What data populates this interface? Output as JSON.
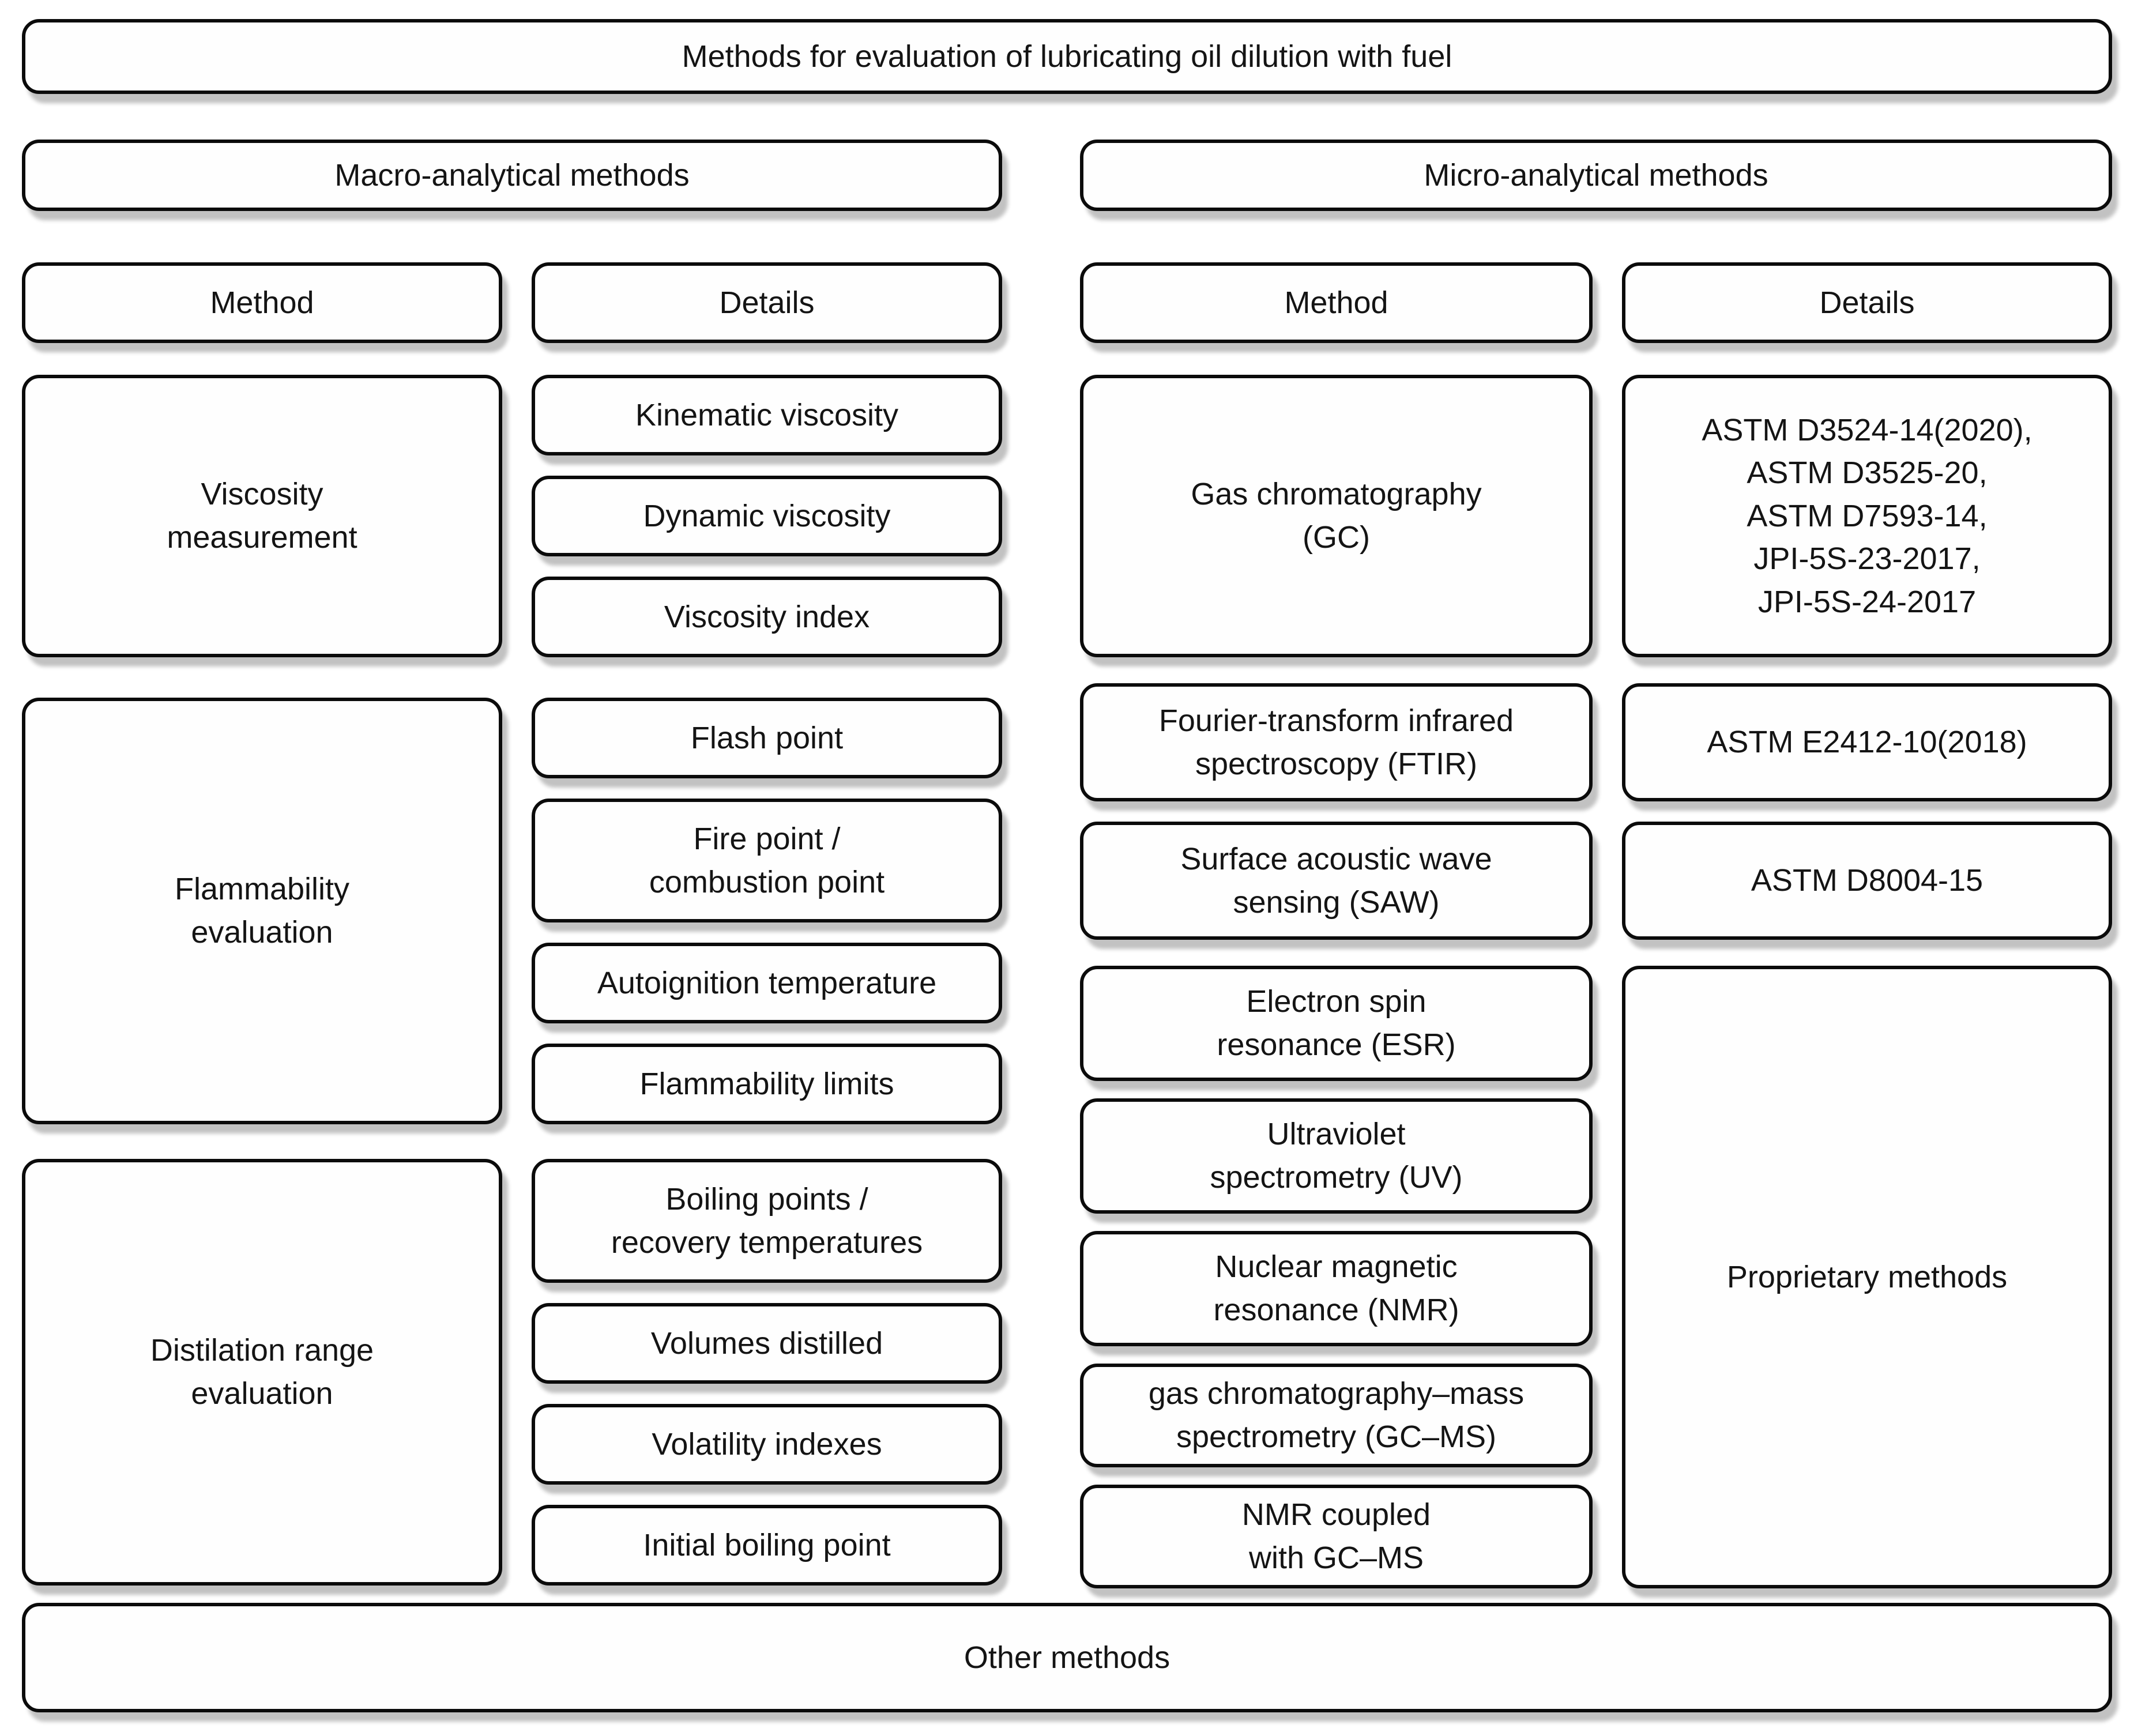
{
  "diagram": {
    "title": "Methods for evaluation of lubricating oil dilution with fuel",
    "footer": "Other methods",
    "colors": {
      "box_fill": "#fefefe",
      "border": "#0b0b0b",
      "shadow": "#c2c2c2",
      "text": "#141414"
    },
    "macro": {
      "header": "Macro-analytical methods",
      "method_col_header": "Method",
      "details_col_header": "Details",
      "groups": [
        {
          "method": "Viscosity\nmeasurement",
          "details": [
            "Kinematic viscosity",
            "Dynamic viscosity",
            "Viscosity index"
          ]
        },
        {
          "method": "Flammability\nevaluation",
          "details": [
            "Flash point",
            "Fire point /\ncombustion point",
            "Autoignition temperature",
            "Flammability limits"
          ]
        },
        {
          "method": "Distilation range\nevaluation",
          "details": [
            "Boiling points /\nrecovery temperatures",
            "Volumes distilled",
            "Volatility indexes",
            "Initial boiling point"
          ]
        }
      ]
    },
    "micro": {
      "header": "Micro-analytical methods",
      "method_col_header": "Method",
      "details_col_header": "Details",
      "rows": [
        {
          "method": "Gas chromatography\n(GC)",
          "details": "ASTM D3524-14(2020),\nASTM D3525-20,\nASTM D7593-14,\nJPI-5S-23-2017,\nJPI-5S-24-2017"
        },
        {
          "method": "Fourier-transform infrared\nspectroscopy (FTIR)",
          "details": "ASTM E2412-10(2018)"
        },
        {
          "method": "Surface acoustic wave\nsensing (SAW)",
          "details": "ASTM D8004-15"
        }
      ],
      "proprietary_group": {
        "methods": [
          "Electron spin\nresonance (ESR)",
          "Ultraviolet\nspectrometry (UV)",
          "Nuclear magnetic\nresonance (NMR)",
          "gas chromatography–mass\nspectrometry (GC–MS)",
          "NMR coupled\nwith GC–MS"
        ],
        "details": "Proprietary methods"
      }
    }
  }
}
